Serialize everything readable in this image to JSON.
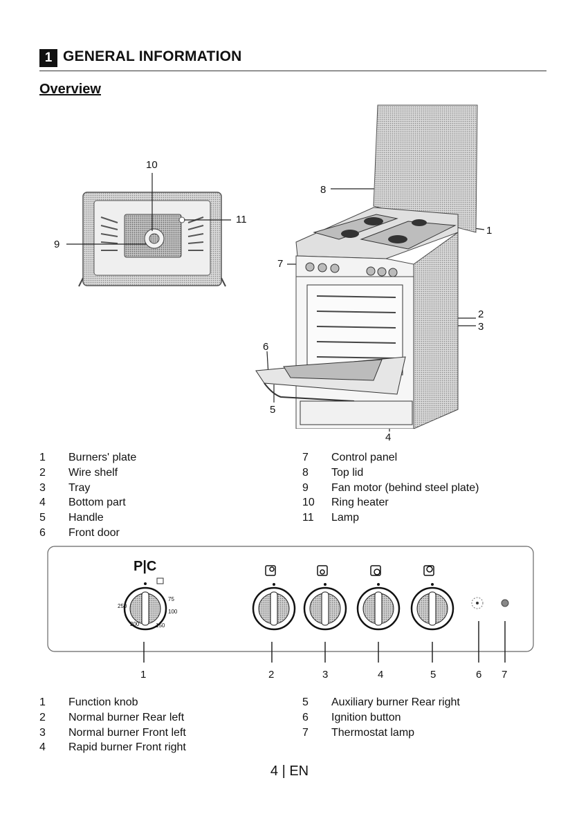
{
  "header": {
    "section_number": "1",
    "section_title": "GENERAL INFORMATION",
    "subtitle": "Overview"
  },
  "overview_callouts": [
    "10",
    "11",
    "9",
    "8",
    "1",
    "7",
    "2",
    "3",
    "6",
    "5",
    "4"
  ],
  "parts_list_left": [
    {
      "num": "1",
      "label": "Burners' plate"
    },
    {
      "num": "2",
      "label": "Wire shelf"
    },
    {
      "num": "3",
      "label": "Tray"
    },
    {
      "num": "4",
      "label": "Bottom part"
    },
    {
      "num": "5",
      "label": "Handle"
    },
    {
      "num": "6",
      "label": "Front door"
    }
  ],
  "parts_list_right": [
    {
      "num": "7",
      "label": "Control panel"
    },
    {
      "num": "8",
      "label": "Top lid"
    },
    {
      "num": "9",
      "label": "Fan motor (behind steel plate)"
    },
    {
      "num": "10",
      "label": "Ring heater"
    },
    {
      "num": "11",
      "label": "Lamp"
    }
  ],
  "control_panel": {
    "function_knob_label": "P|C",
    "dial_marks": [
      "250",
      "200",
      "150",
      "100",
      "75"
    ],
    "callouts": [
      "1",
      "2",
      "3",
      "4",
      "5",
      "6",
      "7"
    ]
  },
  "controls_list_left": [
    {
      "num": "1",
      "label": "Function knob"
    },
    {
      "num": "2",
      "label": "Normal burner Rear left"
    },
    {
      "num": "3",
      "label": "Normal burner Front left"
    },
    {
      "num": "4",
      "label": "Rapid burner Front right"
    }
  ],
  "controls_list_right": [
    {
      "num": "5",
      "label": "Auxiliary burner Rear right"
    },
    {
      "num": "6",
      "label": "Ignition button"
    },
    {
      "num": "7",
      "label": "Thermostat lamp"
    }
  ],
  "footer": {
    "page": "4 | EN"
  }
}
